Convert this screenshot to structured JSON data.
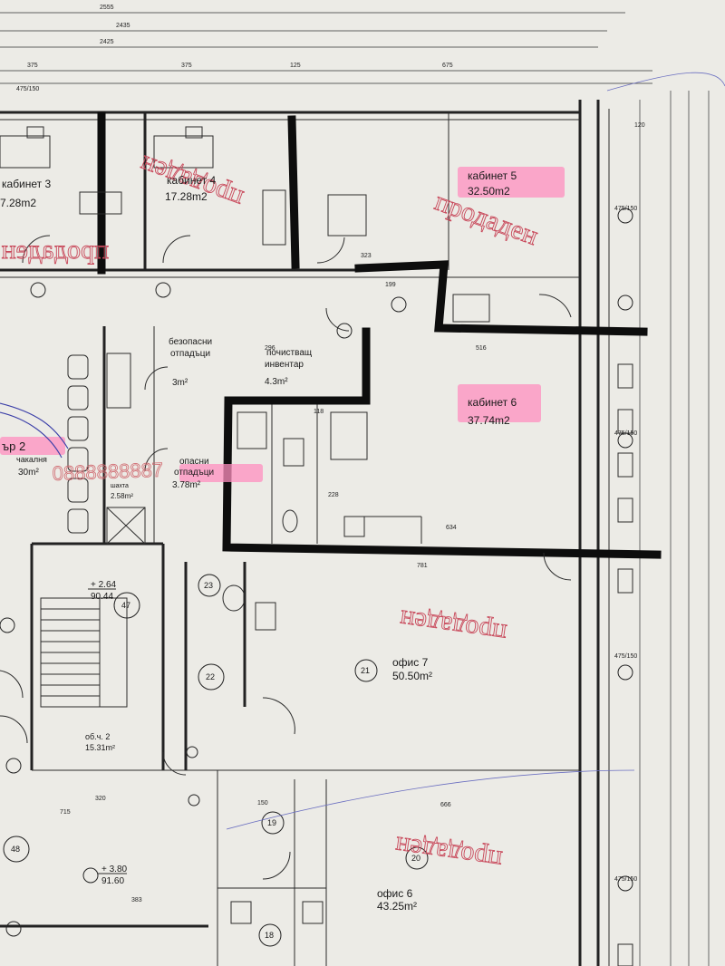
{
  "dimensions_top": [
    "2555",
    "2435",
    "2425",
    "375",
    "375",
    "125",
    "675",
    "120"
  ],
  "rooms": [
    {
      "name": "кабинет 3",
      "area": "7.28m2"
    },
    {
      "name": "кабинет 4",
      "area": "17.28m2"
    },
    {
      "name": "кабинет 5",
      "area": "32.50m2"
    },
    {
      "name": "кабинет 6",
      "area": "37.74m2"
    },
    {
      "name": "безопасни отпадъци",
      "area": "3m²"
    },
    {
      "name": "почистващ инвентар",
      "area": "4.3m²"
    },
    {
      "name": "опасни отпадъци",
      "area": "3.78m²"
    },
    {
      "name": "ър 2",
      "area": ""
    },
    {
      "name": "чакалня",
      "area": "30m²"
    },
    {
      "name": "шахта",
      "area": "2.58m²"
    },
    {
      "name": "об.ч. 2",
      "area": "15.31m²"
    },
    {
      "name": "офис 7",
      "area": "50.50m²"
    },
    {
      "name": "офис 6",
      "area": "43.25m²"
    }
  ],
  "stamps": [
    "продаден",
    "продаден",
    "продаден",
    "продаден",
    "продаден"
  ],
  "levels": [
    {
      "elev": "+ 2.64",
      "value": "90.44"
    },
    {
      "elev": "+ 3.80",
      "value": "91.60"
    }
  ],
  "room_numbers": [
    "47",
    "23",
    "22",
    "21",
    "19",
    "18",
    "20",
    "48"
  ],
  "window_tags": [
    "475/150",
    "475/150",
    "475/150",
    "475/150",
    "475/150"
  ],
  "phone_watermark": "0888888887",
  "misc_dims": [
    "516",
    "634",
    "781",
    "666",
    "715",
    "320",
    "150",
    "383",
    "199",
    "323",
    "296",
    "118",
    "228"
  ]
}
